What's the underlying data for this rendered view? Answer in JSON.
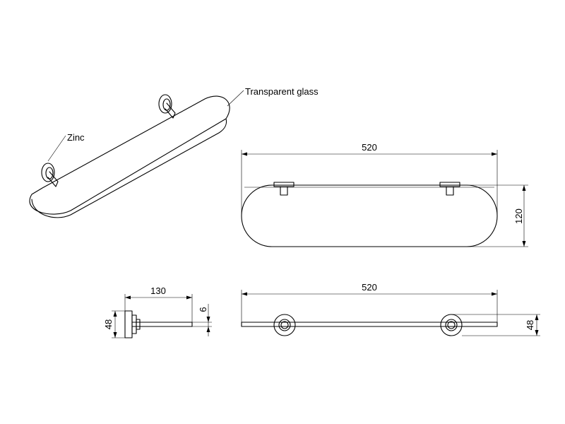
{
  "labels": {
    "material_top": "Transparent glass",
    "material_left": "Zinc"
  },
  "dimensions": {
    "top_view_width": "520",
    "top_view_depth": "120",
    "side_depth": "130",
    "side_height": "48",
    "glass_thickness": "6",
    "front_width": "520",
    "front_height": "48"
  },
  "colors": {
    "line": "#000000",
    "background": "#ffffff"
  }
}
